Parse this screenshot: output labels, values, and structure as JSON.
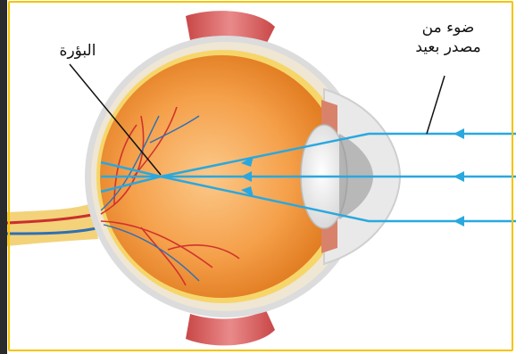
{
  "labels": {
    "focus": "البؤرة",
    "light_line1": "ضوء من",
    "light_line2": "مصدر بعيد"
  },
  "colors": {
    "frame_border": "#f5c400",
    "light_rays": "#29a8df",
    "eyeball": "#f39a3c",
    "sclera": "#dcdcdc",
    "muscle": "#d65b5b"
  }
}
